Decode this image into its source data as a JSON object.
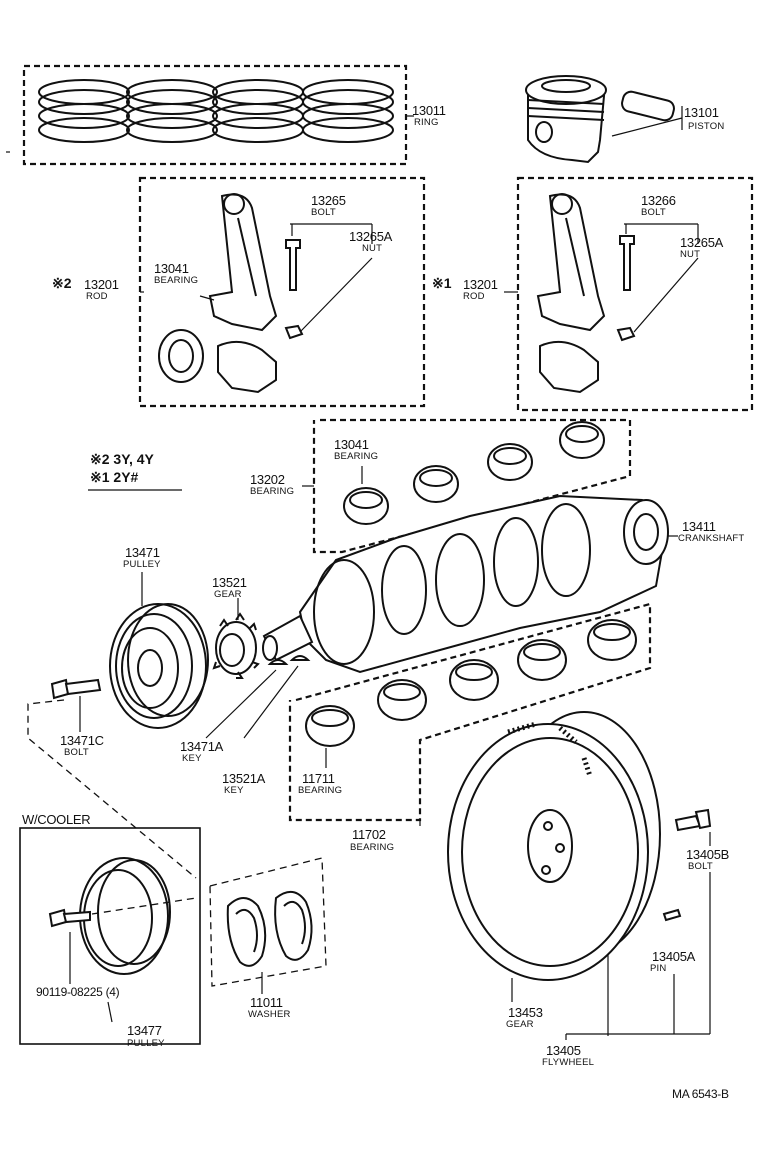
{
  "parts": {
    "ring": {
      "number": "13011",
      "name": "RING"
    },
    "piston": {
      "number": "13101",
      "name": "PISTON"
    },
    "rod_bolt_left": {
      "number": "13265",
      "name": "BOLT"
    },
    "rod_nut_left": {
      "number": "13265A",
      "name": "NUT"
    },
    "rod_bearing_left": {
      "number": "13041",
      "name": "BEARING"
    },
    "rod_left": {
      "mark": "※2",
      "number": "13201",
      "name": "ROD"
    },
    "rod_bolt_right": {
      "number": "13266",
      "name": "BOLT"
    },
    "rod_nut_right": {
      "number": "13265A",
      "name": "NUT"
    },
    "rod_right": {
      "mark": "※1",
      "number": "13201",
      "name": "ROD"
    },
    "main_bearing_upper": {
      "number": "13041",
      "name": "BEARING"
    },
    "main_bearing_set": {
      "number": "13202",
      "name": "BEARING"
    },
    "crankshaft": {
      "number": "13411",
      "name": "CRANKSHAFT"
    },
    "pulley": {
      "number": "13471",
      "name": "PULLEY"
    },
    "gear": {
      "number": "13521",
      "name": "GEAR"
    },
    "pulley_bolt": {
      "number": "13471C",
      "name": "BOLT"
    },
    "pulley_key": {
      "number": "13471A",
      "name": "KEY"
    },
    "gear_key": {
      "number": "13521A",
      "name": "KEY"
    },
    "lower_bearing": {
      "number": "11711",
      "name": "BEARING"
    },
    "lower_bearing_set": {
      "number": "11702",
      "name": "BEARING"
    },
    "cooler_bolt": {
      "number": "90119-08225 (4)"
    },
    "cooler_pulley": {
      "number": "13477",
      "name": "PULLEY"
    },
    "washer": {
      "number": "11011",
      "name": "WASHER"
    },
    "flywheel_bolt": {
      "number": "13405B",
      "name": "BOLT"
    },
    "flywheel_pin": {
      "number": "13405A",
      "name": "PIN"
    },
    "ring_gear": {
      "number": "13453",
      "name": "GEAR"
    },
    "flywheel": {
      "number": "13405",
      "name": "FLYWHEEL"
    }
  },
  "notes": {
    "mark2": "※2 3Y, 4Y",
    "mark1": "※1 2Y#",
    "cooler_heading": "W/COOLER",
    "diagram_code": "MA  6543-B"
  }
}
